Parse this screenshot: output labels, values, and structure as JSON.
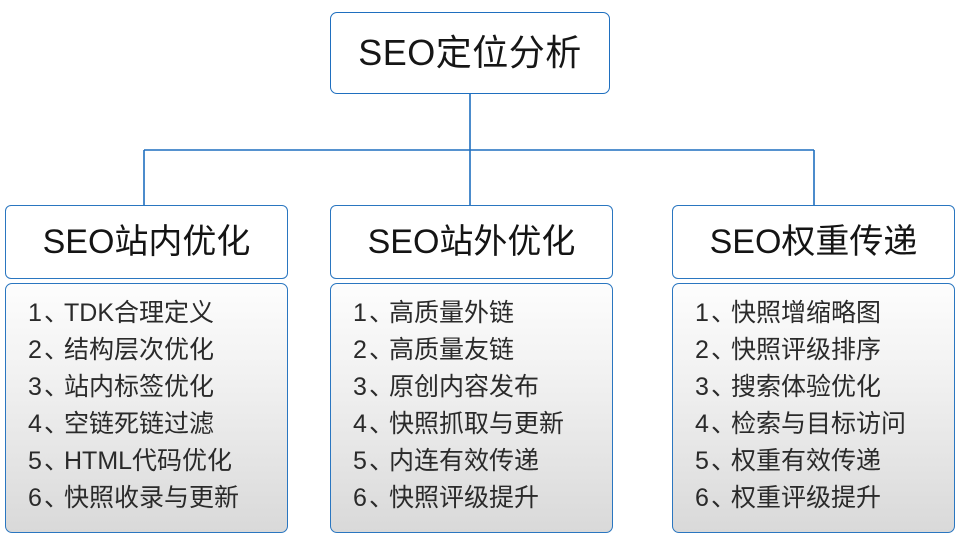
{
  "diagram": {
    "type": "hierarchy-tree",
    "root": {
      "label": "SEO定位分析"
    },
    "colors": {
      "node_border": "#1f6fbf",
      "connector": "#1f6fbf",
      "node_fill": "#ffffff",
      "body_fill_top": "#fdfdfd",
      "body_fill_bottom": "#d9d9d9",
      "text": "#161616"
    },
    "separator": "、",
    "columns": [
      {
        "header": "SEO站内优化",
        "items": [
          {
            "index": "1",
            "text": "TDK合理定义"
          },
          {
            "index": "2",
            "text": "结构层次优化"
          },
          {
            "index": "3",
            "text": "站内标签优化"
          },
          {
            "index": "4",
            "text": "空链死链过滤"
          },
          {
            "index": "5",
            "text": "HTML代码优化"
          },
          {
            "index": "6",
            "text": "快照收录与更新"
          }
        ]
      },
      {
        "header": "SEO站外优化",
        "items": [
          {
            "index": "1",
            "text": "高质量外链"
          },
          {
            "index": "2",
            "text": "高质量友链"
          },
          {
            "index": "3",
            "text": "原创内容发布"
          },
          {
            "index": "4",
            "text": "快照抓取与更新"
          },
          {
            "index": "5",
            "text": "内连有效传递"
          },
          {
            "index": "6",
            "text": "快照评级提升"
          }
        ]
      },
      {
        "header": "SEO权重传递",
        "items": [
          {
            "index": "1",
            "text": "快照增缩略图"
          },
          {
            "index": "2",
            "text": "快照评级排序"
          },
          {
            "index": "3",
            "text": "搜索体验优化"
          },
          {
            "index": "4",
            "text": "检索与目标访问"
          },
          {
            "index": "5",
            "text": "权重有效传递"
          },
          {
            "index": "6",
            "text": "权重评级提升"
          }
        ]
      }
    ]
  }
}
